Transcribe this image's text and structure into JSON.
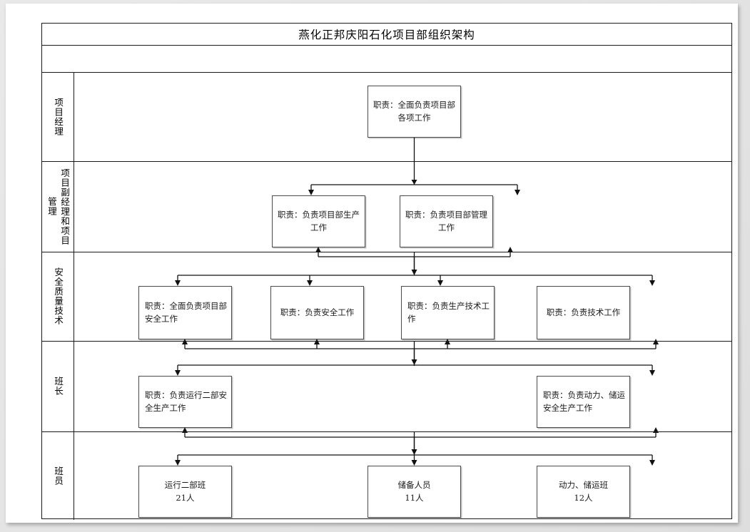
{
  "document": {
    "title": "燕化正邦庆阳石化项目部组织架构"
  },
  "rows": [
    {
      "label": "项目经理",
      "nodes": [
        {
          "text": "职责：全面负责项目部\n各项工作"
        }
      ]
    },
    {
      "label": "项目副经理和项目\n管理",
      "nodes": [
        {
          "text": "职责：负责项目部生产\n工作"
        },
        {
          "text": "职责：负责项目部管理\n工作"
        }
      ]
    },
    {
      "label": "安全质量技术",
      "nodes": [
        {
          "text": "职责：全面负责项目部\n安全工作"
        },
        {
          "text": "职责：负责安全工作"
        },
        {
          "text": "职责：负责生产技术工\n作"
        },
        {
          "text": "职责：负责技术工作"
        }
      ]
    },
    {
      "label": "班长",
      "nodes": [
        {
          "text": "职责：负责运行二部安\n全生产工作"
        },
        {
          "text": "职责：负责动力、储运\n安全生产工作"
        }
      ]
    },
    {
      "label": "班员",
      "nodes": [
        {
          "text": "运行二部班\n21人"
        },
        {
          "text": "储备人员\n11人"
        },
        {
          "text": "动力、储运班\n12人"
        }
      ]
    }
  ],
  "colors": {
    "border": "#1a1a1a",
    "node_border": "#4a4a4a",
    "text": "#1b1b1b",
    "page_background": "#ffffff"
  }
}
